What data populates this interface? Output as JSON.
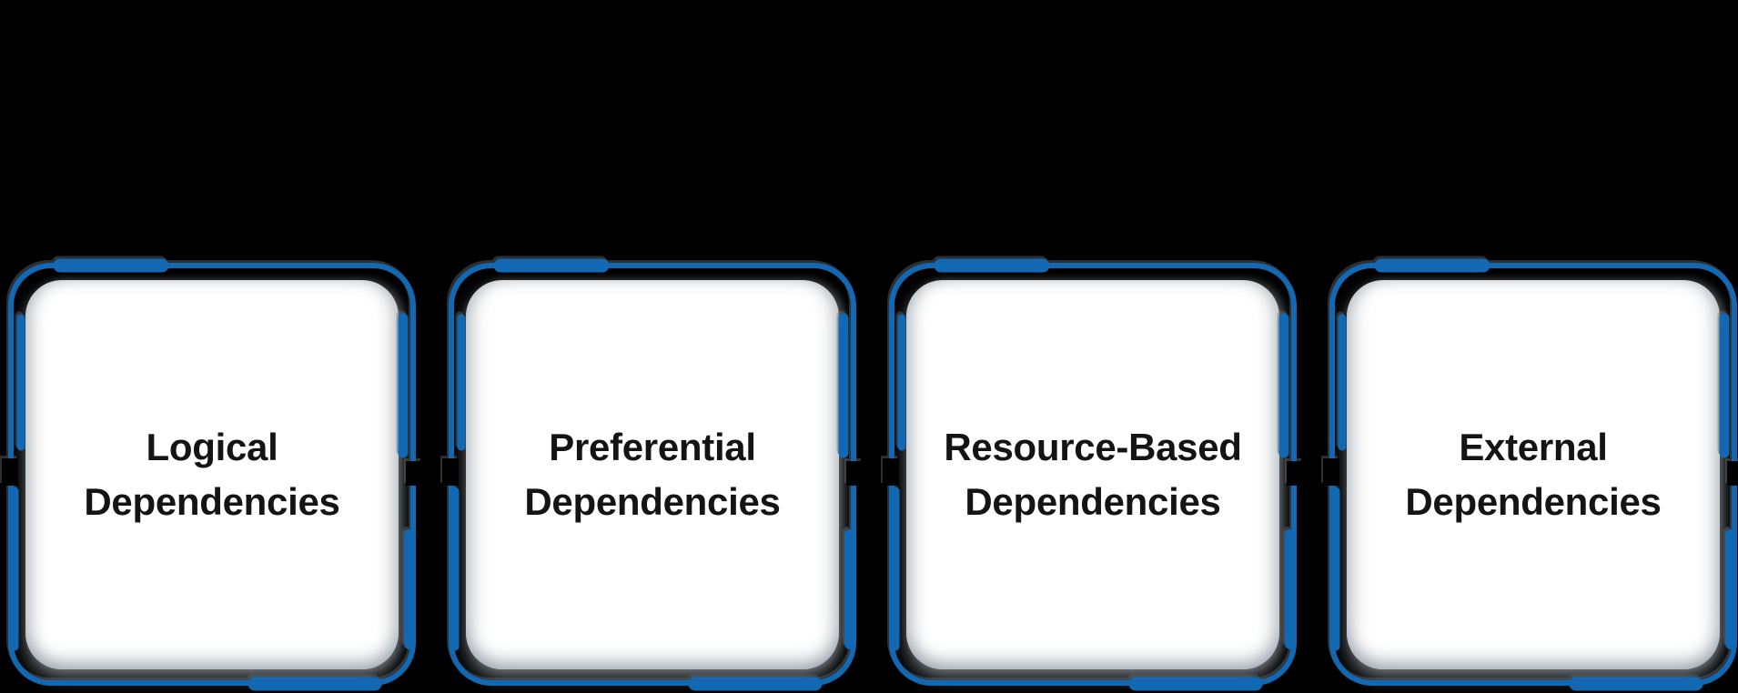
{
  "diagram": {
    "background_color": "#000000",
    "accent_color": "#1268B2",
    "card_color": "#ffffff",
    "text_color": "#141414",
    "boxes": [
      {
        "line1": "Logical",
        "line2": "Dependencies"
      },
      {
        "line1": "Preferential",
        "line2": "Dependencies"
      },
      {
        "line1": "Resource-Based",
        "line2": "Dependencies"
      },
      {
        "line1": "External",
        "line2": "Dependencies"
      }
    ]
  }
}
